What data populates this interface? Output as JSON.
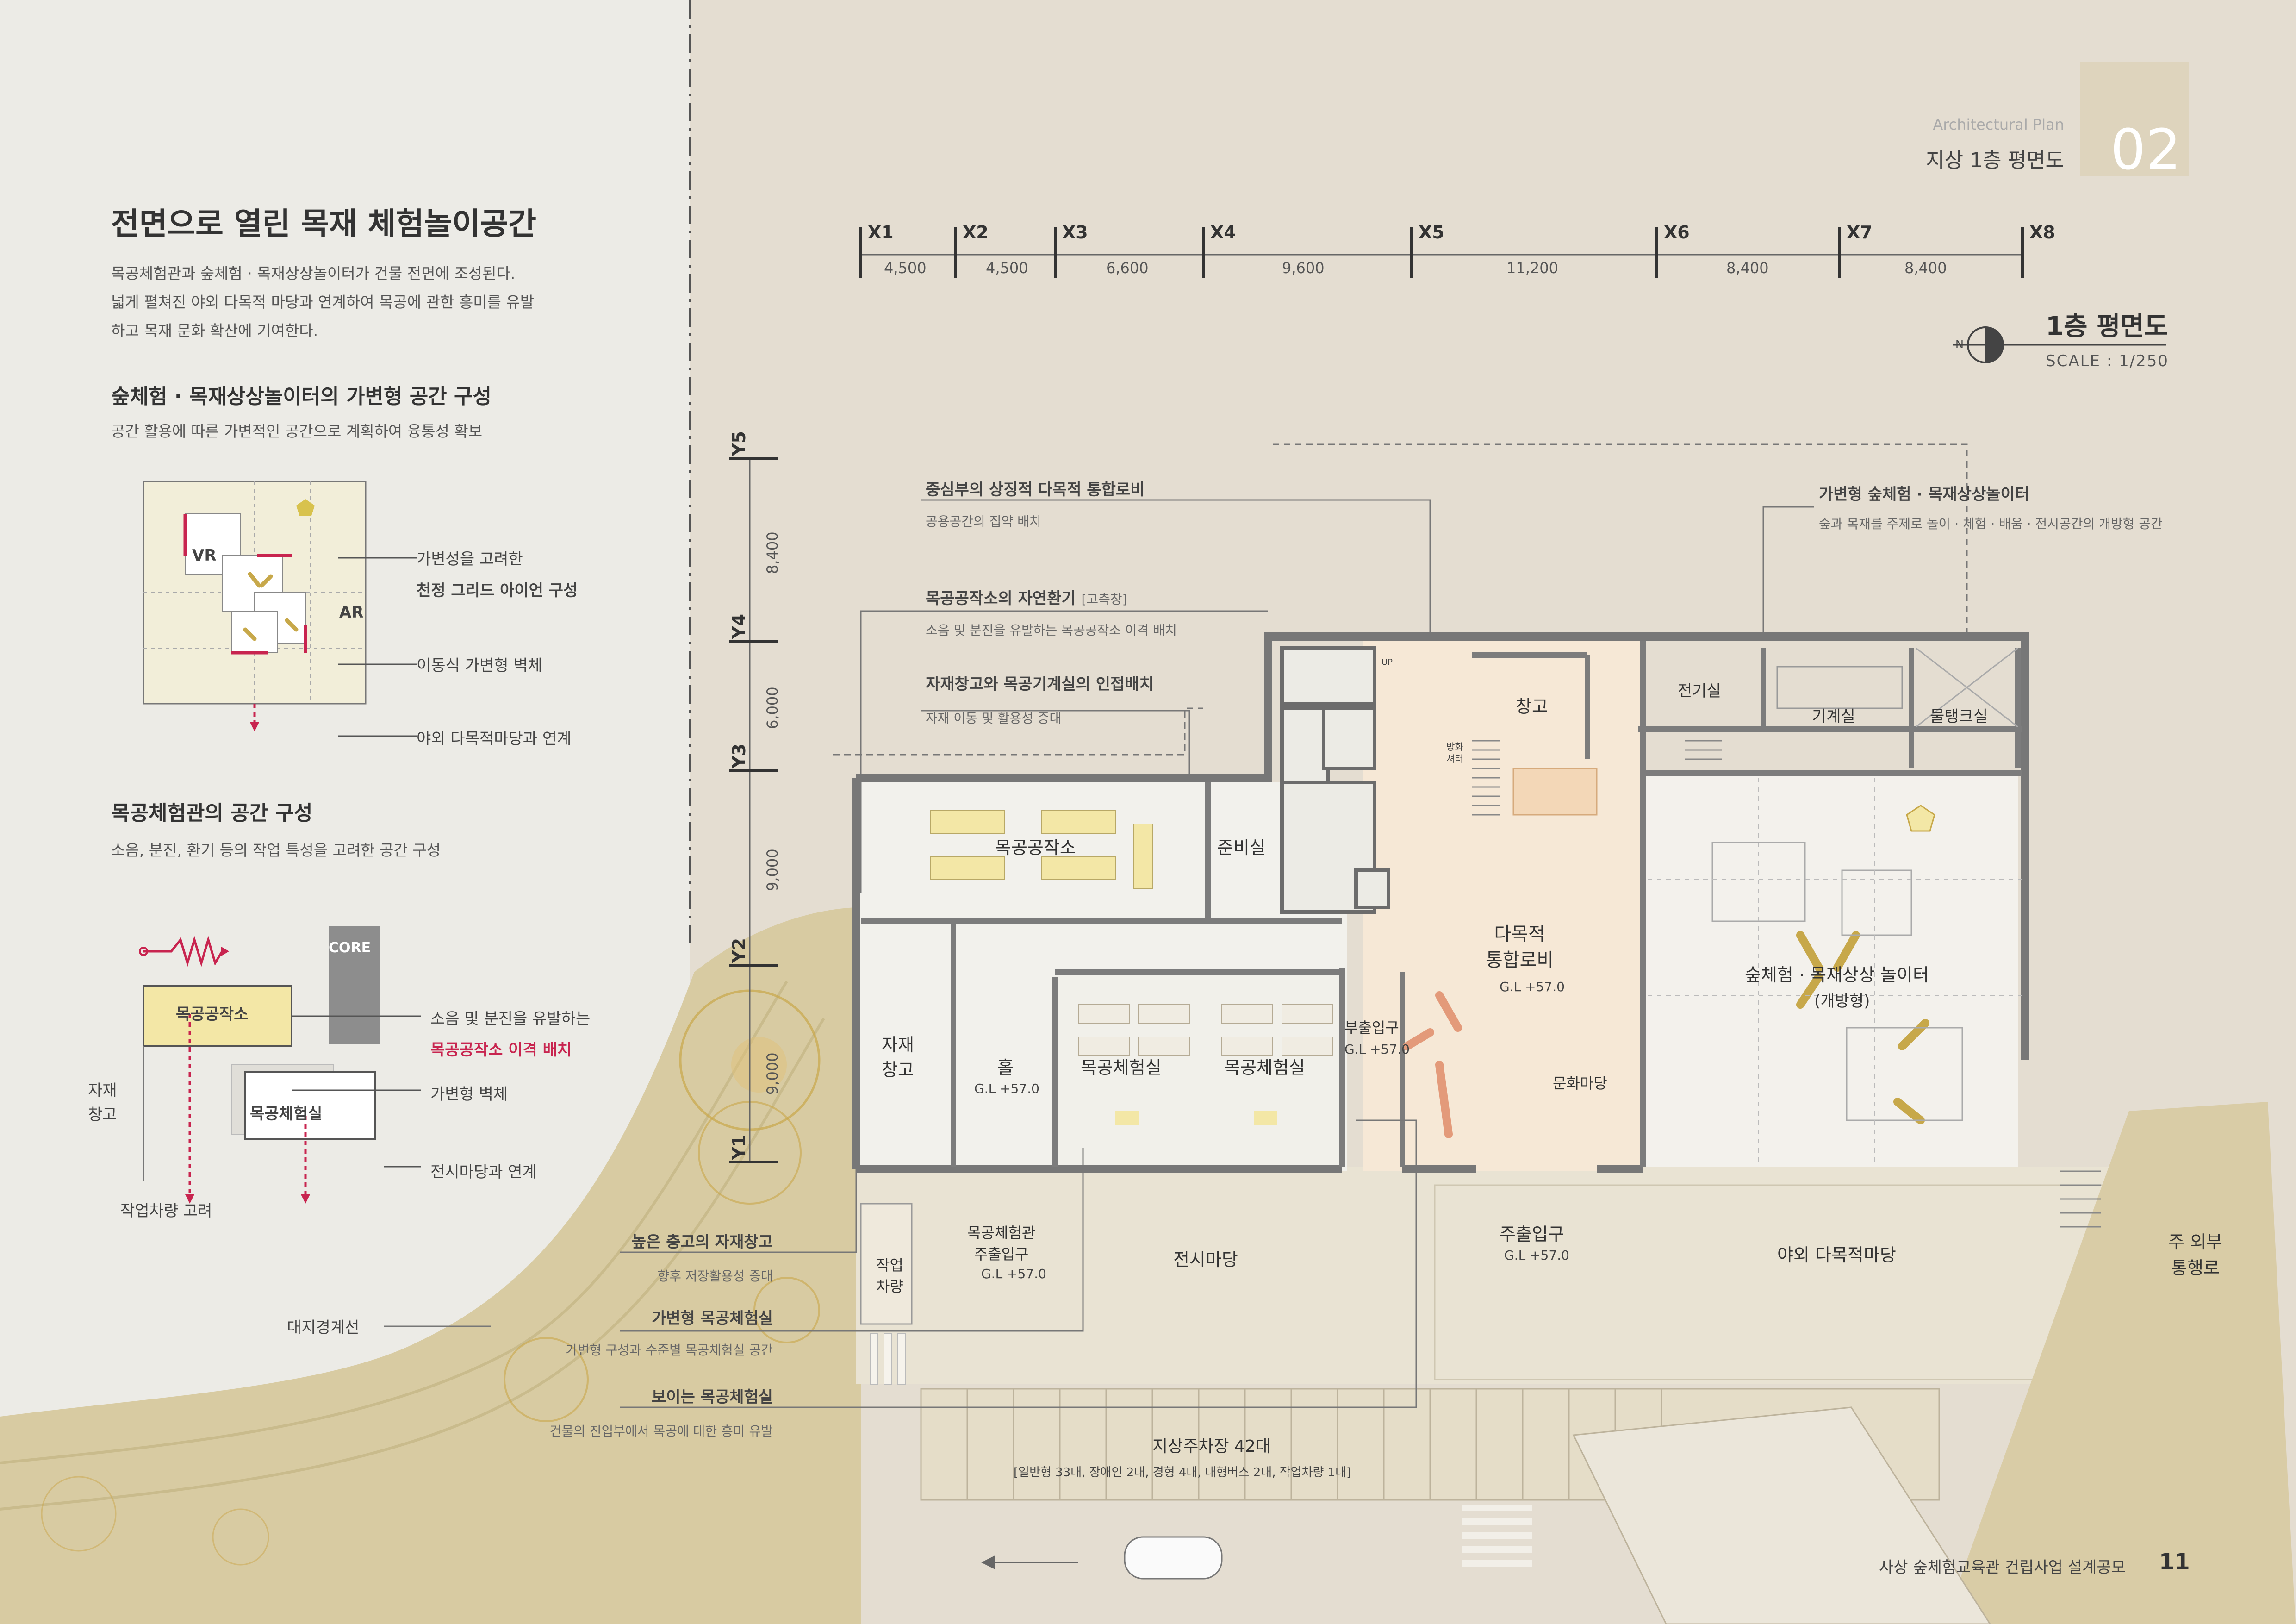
{
  "header": {
    "eyebrow": "Architectural Plan",
    "title": "지상 1층 평면도",
    "badge": "02"
  },
  "left": {
    "main_title": "전면으로 열린 목재 체험놀이공간",
    "intro_lines": [
      "목공체험관과 숲체험 · 목재상상놀이터가 건물 전면에 조성된다.",
      "넓게 펼쳐진 야외 다목적 마당과 연계하여 목공에 관한 흥미를 유발",
      "하고 목재 문화 확산에 기여한다."
    ],
    "section1": {
      "title": "숲체험 · 목재상상놀이터의 가변형 공간 구성",
      "subtitle": "공간 활용에 따른 가변적인 공간으로 계획하여 융통성 확보",
      "vr": "VR",
      "ar": "AR",
      "note1a": "가변성을 고려한",
      "note1b": "천정 그리드 아이언 구성",
      "note2": "이동식 가변형 벽체",
      "note3": "야외 다목적마당과 연계"
    },
    "section2": {
      "title": "목공체험관의 공간 구성",
      "subtitle": "소음, 분진, 환기 등의 작업 특성을 고려한 공간 구성",
      "core": "CORE",
      "workshop": "목공공작소",
      "exp_room": "목공체험실",
      "storage": "자재\n창고",
      "note1": "소음 및 분진을 유발하는",
      "note1b": "목공공작소 이격 배치",
      "note2": "가변형 벽체",
      "note3": "전시마당과 연계",
      "note4": "작업차량 고려"
    }
  },
  "plan": {
    "title": "1층 평면도",
    "scale": "SCALE : 1/250",
    "north": "N",
    "x_axes": [
      "X1",
      "X2",
      "X3",
      "X4",
      "X5",
      "X6",
      "X7",
      "X8"
    ],
    "x_dims": [
      "4,500",
      "4,500",
      "6,600",
      "9,600",
      "11,200",
      "8,400",
      "8,400"
    ],
    "y_axes": [
      "Y5",
      "Y4",
      "Y3",
      "Y2",
      "Y1"
    ],
    "y_dims": [
      "8,400",
      "6,000",
      "9,000",
      "9,000"
    ],
    "rooms": {
      "workshop": "목공공작소",
      "prep": "준비실",
      "storage": "자재\n창고",
      "hall": "홀",
      "hall_gl": "G.L +57.0",
      "exp1": "목공체험실",
      "exp2": "목공체험실",
      "side_entry": "부출입구",
      "side_entry_gl": "G.L +57.0",
      "lobby": "다목적\n통합로비",
      "lobby_gl": "G.L +57.0",
      "culture": "문화마당",
      "warehouse": "창고",
      "elec": "전기실",
      "mech": "기계실",
      "tank": "물탱크실",
      "forest": "숲체험 · 목재상상 놀이터",
      "forest_sub": "(개방형)",
      "fire_shutter": "방화\n셔터",
      "up": "UP"
    },
    "outside": {
      "wood_main_entry": "목공체험관\n주출입구",
      "wood_main_entry_gl": "G.L +57.0",
      "exhibit": "전시마당",
      "main_entry": "주출입구",
      "main_entry_gl": "G.L +57.0",
      "outdoor_yard": "야외 다목적마당",
      "work_vehicle": "작업\n차량",
      "parking": "지상주차장 42대",
      "parking_sub": "[일반형 33대, 장애인 2대, 경형 4대, 대형버스 2대, 작업차량 1대]",
      "road": "주 외부\n통행로",
      "site_line": "대지경계선"
    },
    "callouts": [
      {
        "title": "중심부의 상징적 다목적 통합로비",
        "sub": "공용공간의 집약 배치"
      },
      {
        "title": "목공공작소의 자연환기",
        "tag": "[고측창]",
        "sub": "소음 및 분진을 유발하는 목공공작소 이격 배치"
      },
      {
        "title": "자재창고와 목공기계실의 인접배치",
        "sub": "자재 이동 및 활용성 증대"
      },
      {
        "title": "가변형 숲체험 · 목재상상놀이터",
        "sub": "숲과 목재를 주제로 놀이 · 체험 · 배움 · 전시공간의 개방형 공간"
      },
      {
        "title": "높은 층고의 자재창고",
        "sub": "향후 저장활용성 증대"
      },
      {
        "title": "가변형 목공체험실",
        "sub": "가변형 구성과 수준별 목공체험실 공간"
      },
      {
        "title": "보이는 목공체험실",
        "sub": "건물의 진입부에서 목공에 대한 흥미 유발"
      }
    ]
  },
  "footer": {
    "text": "사상 숲체험교육관 건립사업 설계공모",
    "page": "11"
  },
  "colors": {
    "accent_pink": "#c8244f",
    "lobby_fill": "#f6e8d6",
    "workshop_fill": "#f3e7a6",
    "core_fill": "#8d8d8d",
    "landscape": "#d9cca6"
  }
}
